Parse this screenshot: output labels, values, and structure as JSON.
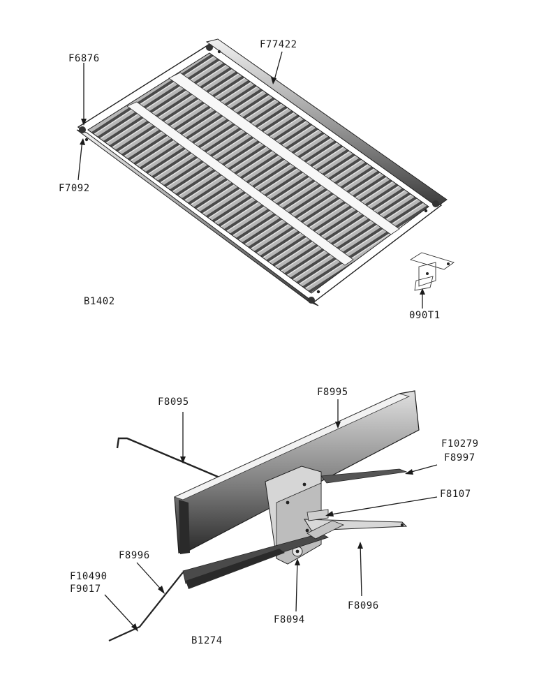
{
  "diagram": {
    "assemblies": [
      {
        "id": "B1402",
        "label": "B1402",
        "parts": [
          "F6876",
          "F77422",
          "F7092",
          "090T1"
        ]
      },
      {
        "id": "B1274",
        "label": "B1274",
        "parts": [
          "F8095",
          "F8995",
          "F10279",
          "F8997",
          "F8107",
          "F8996",
          "F10490",
          "F9017",
          "F8094",
          "F8096"
        ]
      }
    ]
  },
  "colors": {
    "ink": "#1a1a1a",
    "shade_dark": "#3a3a3a",
    "shade_mid": "#8a8a8a",
    "paper": "#ffffff"
  }
}
